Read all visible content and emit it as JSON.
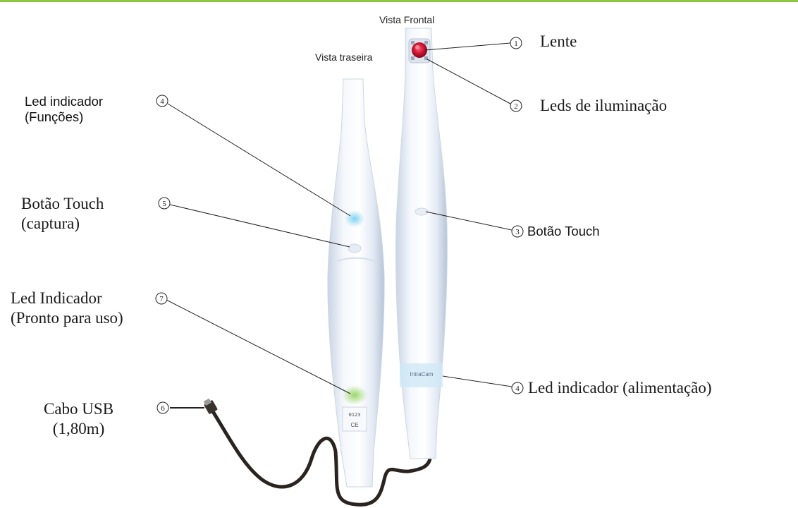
{
  "views": {
    "front": "Vista Frontal",
    "back": "Vista traseira"
  },
  "callouts": {
    "lente": {
      "num": "1",
      "label": "Lente"
    },
    "leds_ilum": {
      "num": "2",
      "label": "Leds de iluminação"
    },
    "botao_front": {
      "num": "3",
      "label": "Botão Touch"
    },
    "led_alim": {
      "num": "4",
      "label": "Led indicador (alimentação)"
    },
    "led_func": {
      "num": "4",
      "label_line1": "Led indicador",
      "label_line2": "(Funções)"
    },
    "botao_back": {
      "num": "5",
      "label_line1": "Botão Touch",
      "label_line2": "(captura)"
    },
    "cabo": {
      "num": "6",
      "label_line1": "Cabo USB",
      "label_line2": "(1,80m)"
    },
    "led_pronto": {
      "num": "7",
      "label_line1": "Led Indicador",
      "label_line2": "(Pronto para uso)"
    }
  },
  "device_marks": {
    "front_brand": "IntraCam",
    "back_ce": "CE",
    "back_cert": "0123"
  },
  "colors": {
    "accent_rule": "#8dc63f",
    "lens": "#c8102e",
    "led_functions": "#7fd3f2",
    "led_ready": "#9bd86a",
    "led_power": "#bfe6f7",
    "cable": "#2a2320",
    "body": "#eef3fa"
  }
}
